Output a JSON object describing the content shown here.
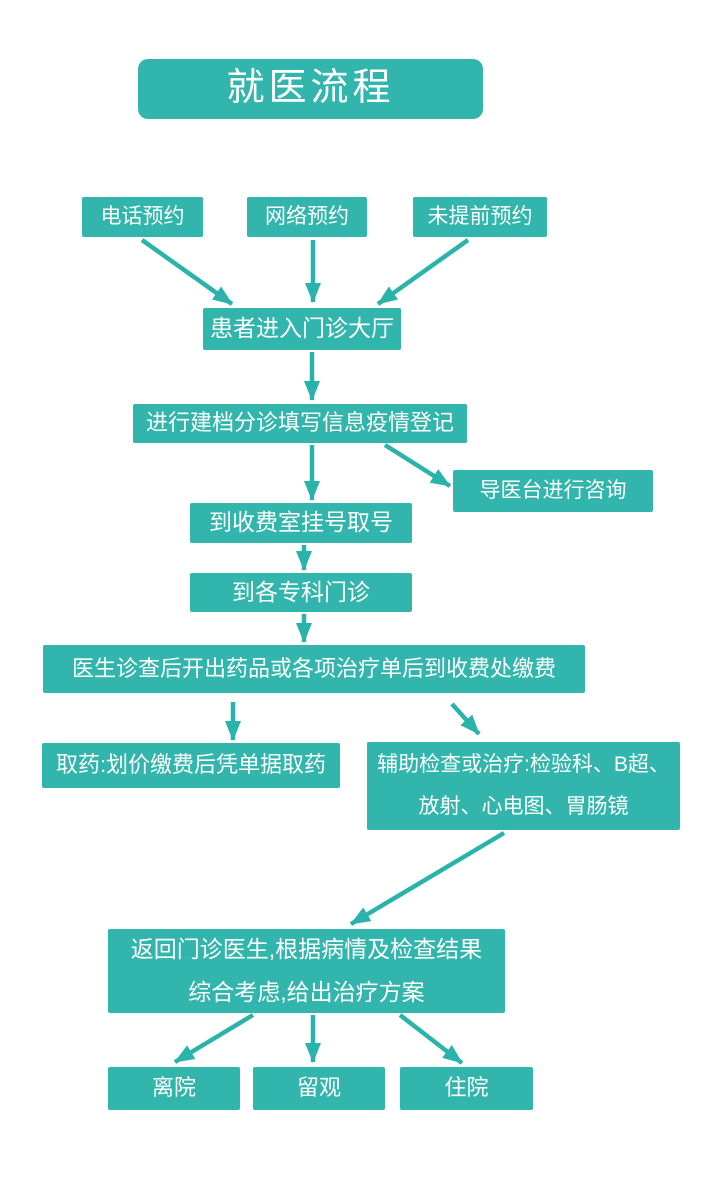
{
  "page": {
    "type": "flowchart-infographic",
    "language": "zh-CN"
  },
  "colors": {
    "box": "#31b5ac",
    "arrow": "#2ab3aa",
    "text": "#ffffff",
    "background": "#ffffff"
  },
  "title": {
    "label": "就医流程"
  },
  "nodes": {
    "phone": {
      "label": "电话预约"
    },
    "online": {
      "label": "网络预约"
    },
    "walk_in": {
      "label": "未提前预约"
    },
    "hall": {
      "label": "患者进入门诊大厅"
    },
    "registration": {
      "label": "进行建档分诊填写信息疫情登记"
    },
    "guide_desk": {
      "label": "导医台进行咨询"
    },
    "fee_window": {
      "label": "到收费室挂号取号"
    },
    "specialist": {
      "label": "到各专科门诊"
    },
    "doctor": {
      "label": "医生诊查后开出药品或各项治疗单后到收费处缴费"
    },
    "pharmacy": {
      "label": "取药:划价缴费后凭单据取药"
    },
    "auxiliary": {
      "label": "辅助检查或治疗:检验科、B超、放射、心电图、胃肠镜",
      "lines": [
        "辅助检查或治疗:检验科、B超、",
        "放射、心电图、胃肠镜"
      ]
    },
    "return_doctor": {
      "label": "返回门诊医生,根据病情及检查结果综合考虑,给出治疗方案",
      "lines": [
        "返回门诊医生,根据病情及检查结果",
        "综合考虑,给出治疗方案"
      ]
    },
    "discharge": {
      "label": "离院"
    },
    "observation": {
      "label": "留观"
    },
    "admission": {
      "label": "住院"
    }
  },
  "edges": [
    {
      "from": "phone",
      "to": "hall"
    },
    {
      "from": "online",
      "to": "hall"
    },
    {
      "from": "walk_in",
      "to": "hall"
    },
    {
      "from": "hall",
      "to": "registration"
    },
    {
      "from": "registration",
      "to": "fee_window"
    },
    {
      "from": "registration",
      "to": "guide_desk"
    },
    {
      "from": "fee_window",
      "to": "specialist"
    },
    {
      "from": "specialist",
      "to": "doctor"
    },
    {
      "from": "doctor",
      "to": "pharmacy"
    },
    {
      "from": "doctor",
      "to": "auxiliary"
    },
    {
      "from": "auxiliary",
      "to": "return_doctor"
    },
    {
      "from": "return_doctor",
      "to": "discharge"
    },
    {
      "from": "return_doctor",
      "to": "observation"
    },
    {
      "from": "return_doctor",
      "to": "admission"
    }
  ]
}
